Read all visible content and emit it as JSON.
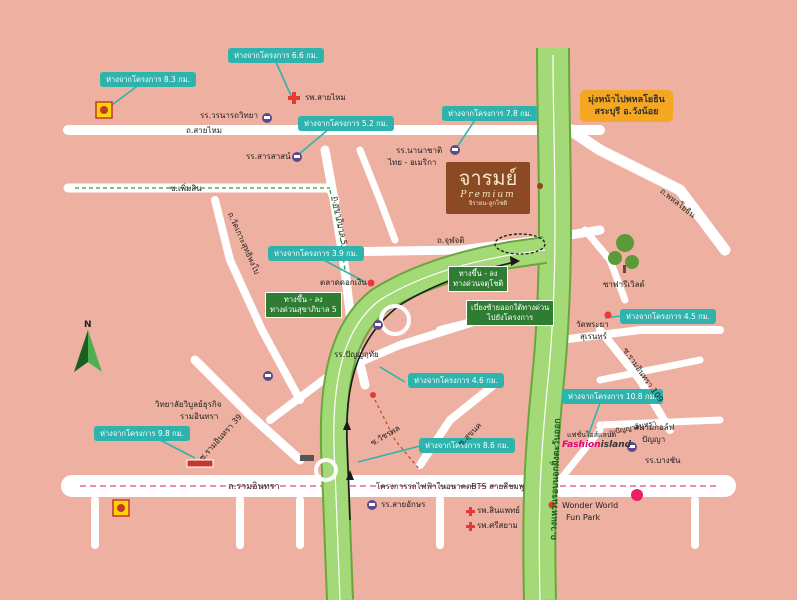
{
  "colors": {
    "background": "#eeb0a0",
    "road": "#ffffff",
    "highway": "#8cc85a",
    "highway_edge": "#6aa63e",
    "callout": "#2fb3ad",
    "direction_box": "#2e7d32",
    "project_logo": "#8b4a24",
    "destination_box": "#f5a623",
    "hospital": "#e53935"
  },
  "icons": {
    "hospital": "red-cross-icon",
    "school": "school-icon",
    "store": "store-icon",
    "train": "train-icon",
    "north": "north-arrow-icon",
    "project": "project-marker-icon"
  },
  "project_logo": {
    "name": "จารมย์",
    "premium": "Premium",
    "subtitle": "จิรายน-ลูกโซติ"
  },
  "destination": {
    "line1": "มุ่งหน้าไปพหลโยธิน",
    "line2": "สระบุรี อ.วังน้อย"
  },
  "north_label": "N",
  "roads": {
    "sai_mai": "ถ.สายไหม",
    "phet_sin": "ซ.เพิ่มสิน",
    "sukhapiban5": "ถ.สุขาภิบาล 5",
    "watkokmaitree": "ถ.วัดเกาะสุทธิพงโบ",
    "jubjoti": "ถ.จุฬจติ",
    "phaholyothin": "ถ.พหลโยธิน",
    "ram_inthra": "ถ.รามอินทรา",
    "ram_inthra39": "ซ.รามอินทรา 39",
    "wacharaphol": "ซ.วัชรพล",
    "sukon": "ซ.สุขนค",
    "ram_inthra109": "ซ.รามอินทรา 109",
    "kanchanaphisek": "ถ.วงแหวนรอบนอกฝั่งตะวันออก",
    "bts": "โครงการรถไฟฟ้าในอนาคตBTS สายสีชมพู"
  },
  "places": {
    "wornaritwittaya": "รร.วรนารถวิทยา",
    "hospital_saimai": "รพ.สายไหม",
    "sarasas": "รร.สารสาสน์",
    "intl_school_1": "รร.นานาชาติ",
    "intl_school_2": "ไทย - อเมริกา",
    "talad_dokngern": "ตลาดดอกเงิน",
    "panyaruthai": "รร.ปัญญฤทัย",
    "univ_1": "วิทยาลัยวิบูลย์ธุรกิจ",
    "univ_2": "รามอินทรา",
    "sai_aksorn": "รร.สายอักษร",
    "hospital_sinphaet": "รพ.สินแพทย์",
    "hospital_srisayam": "รพ.ศรีสยาม",
    "wonderworld_1": "Wonder World",
    "wonderworld_2": "Fun Park",
    "safari": "ซาฟารีเวิลด์",
    "wat_praya_1": "วัดพระยา",
    "wat_praya_2": "สุเรนทร์",
    "golf_1": "สนามกอล์ฟ",
    "golf_2": "ปัญญา",
    "fashion_1": "แฟชั่นไอส์แลนด์",
    "fashion_logo_a": "Fashion",
    "fashion_logo_b": "island",
    "rampanya": "รร.บางชัน",
    "panya_soi": "ถ.ปัญญาอินทรา"
  },
  "callouts": {
    "c1": "ห่างจากโครงการ 8.3 กม.",
    "c2": "ห่างจากโครงการ 6.6 กม.",
    "c3": "ห่างจากโครงการ 5.2 กม.",
    "c4": "ห่างจากโครงการ 7.8 กม.",
    "c5": "ห่างจากโครงการ 3.9 กม.",
    "c6": "ห่างจากโครงการ 4.6 กม.",
    "c7": "ห่างจากโครงการ 8.6 กม.",
    "c8": "ห่างจากโครงการ 9.8 กม.",
    "c9": "ห่างจากโครงการ 10.8 กม.",
    "c10": "ห่างจากโครงการ 4.5 กม."
  },
  "directions": {
    "d1_line1": "ทางขึ้น - ลง",
    "d1_line2": "ทางด่วนสุขาภิบาล 5",
    "d2_line1": "ทางขึ้น - ลง",
    "d2_line2": "ทางด่วนจตุโชติ",
    "d3_line1": "เบี่ยงซ้ายออกใต้ทางด่วน",
    "d3_line2": "ไปยังโครงการ"
  }
}
